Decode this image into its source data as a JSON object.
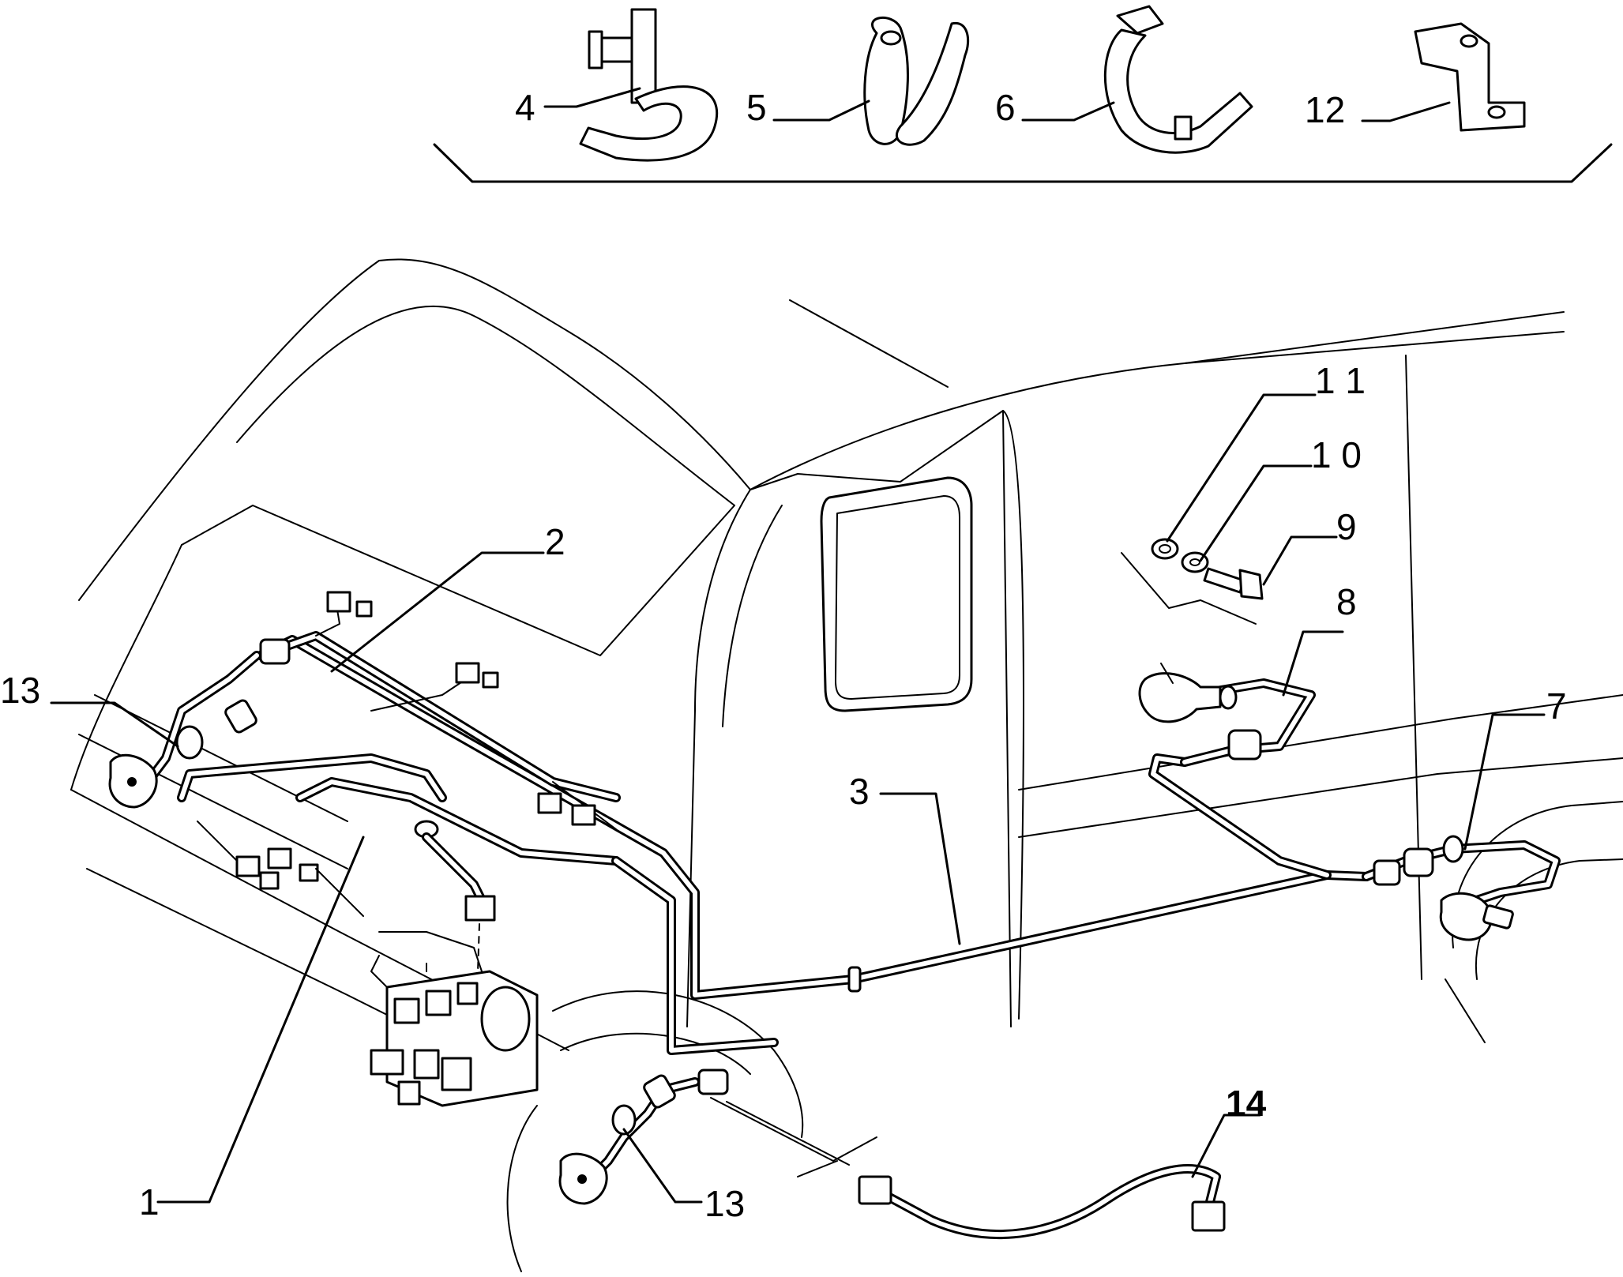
{
  "callouts": {
    "c1": "1",
    "c2": "2",
    "c3": "3",
    "c4": "4",
    "c5": "5",
    "c6": "6",
    "c7": "7",
    "c8": "8",
    "c9": "9",
    "c10": "1 0",
    "c11": "1 1",
    "c12": "12",
    "c13a": "13",
    "c13b": "13",
    "c14": "14"
  },
  "colors": {
    "line": "#000000",
    "background": "#ffffff"
  }
}
